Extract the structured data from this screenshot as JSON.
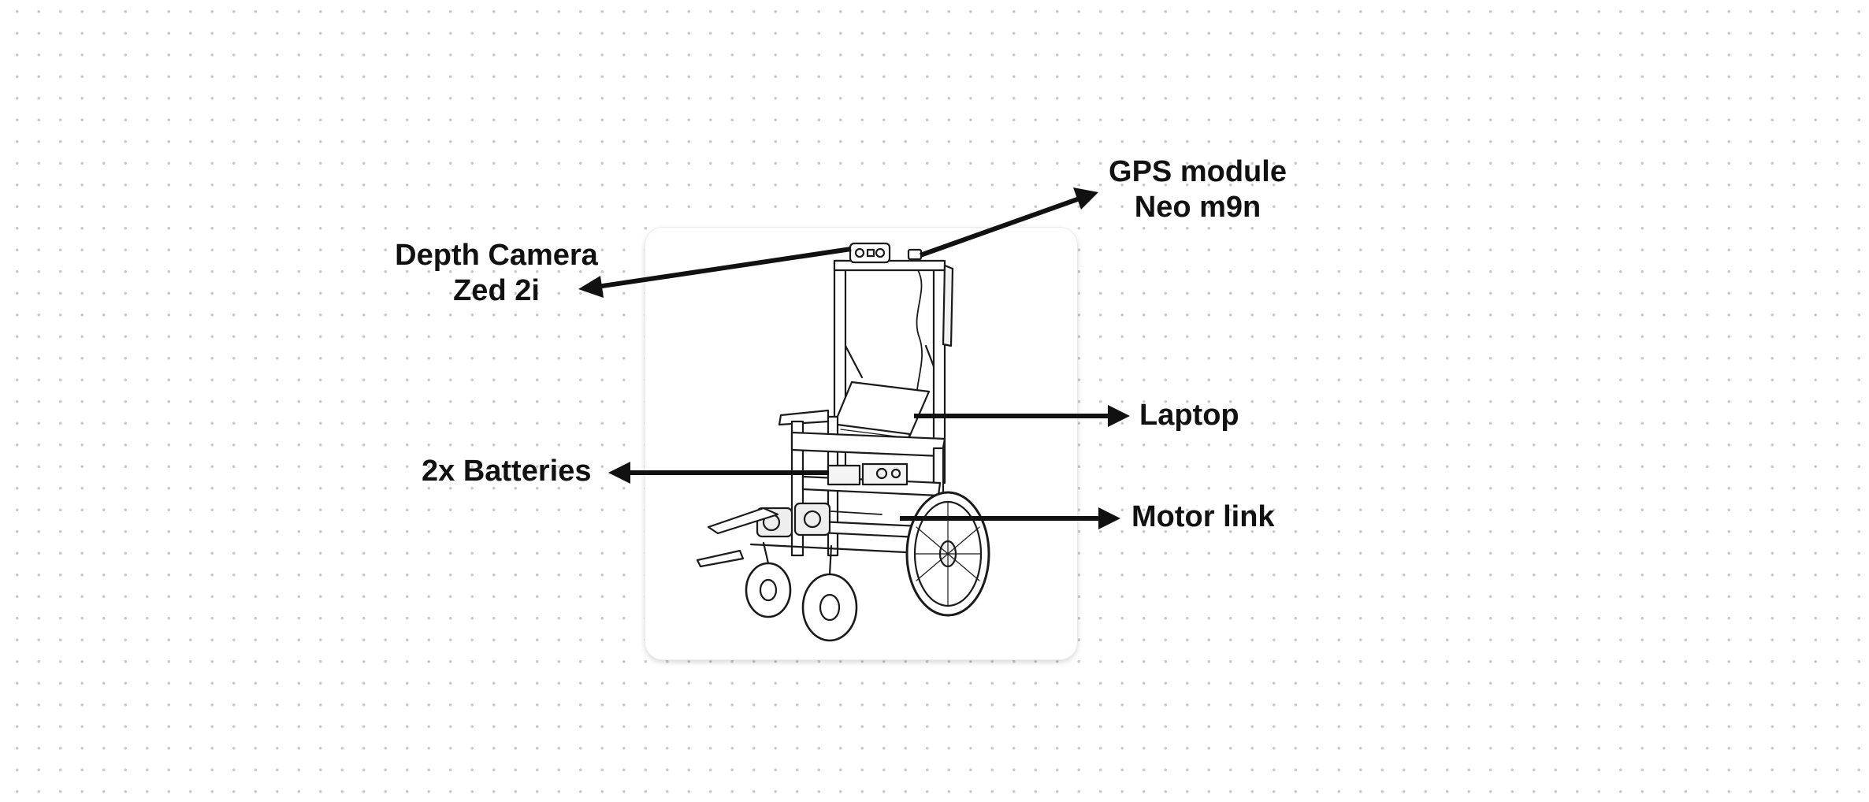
{
  "labels": {
    "depth_camera": {
      "line1": "Depth Camera",
      "line2": "Zed 2i"
    },
    "gps_module": {
      "line1": "GPS module",
      "line2": "Neo m9n"
    },
    "laptop": "Laptop",
    "batteries": "2x Batteries",
    "motor_link": "Motor link"
  },
  "colors": {
    "text": "#111111",
    "arrow": "#111111",
    "dot_grid": "#c9c9c9",
    "card": "#ffffff"
  }
}
